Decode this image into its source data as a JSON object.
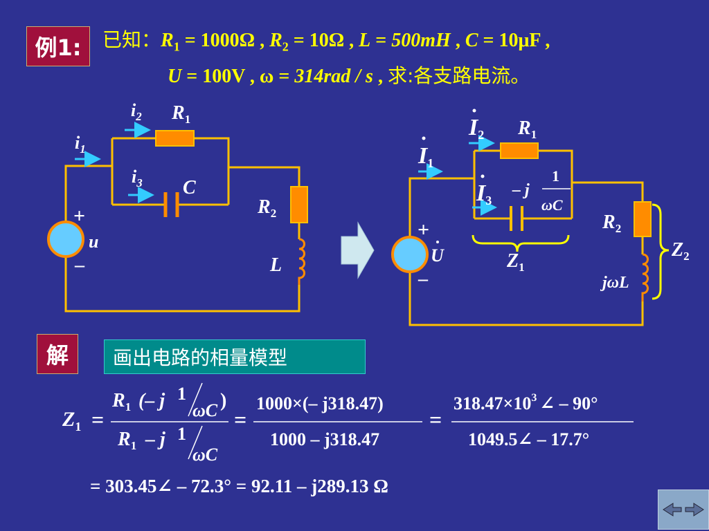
{
  "example": {
    "label": "例1:",
    "line1": {
      "prefix": "已知：",
      "r1": {
        "sym": "R",
        "sub": "1",
        "val": "1000Ω"
      },
      "r2": {
        "sym": "R",
        "sub": "2",
        "val": "10Ω"
      },
      "l": {
        "sym": "L",
        "val": "500mH"
      },
      "c": {
        "sym": "C",
        "val": "10μF"
      }
    },
    "line2": {
      "u": {
        "sym": "U",
        "val": "100V"
      },
      "w": {
        "sym": "ω",
        "val": "314rad / s"
      },
      "ask": "求:各支路电流。"
    }
  },
  "circuit_left": {
    "i1": "i",
    "i1_sub": "1",
    "i2": "i",
    "i2_sub": "2",
    "i3": "i",
    "i3_sub": "3",
    "r1": "R",
    "r1_sub": "1",
    "c": "C",
    "r2": "R",
    "r2_sub": "2",
    "l": "L",
    "plus": "+",
    "minus": "–",
    "u": "u"
  },
  "circuit_right": {
    "i1": "I",
    "i1_sub": "1",
    "i2": "I",
    "i2_sub": "2",
    "i3": "I",
    "i3_sub": "3",
    "r1": "R",
    "r1_sub": "1",
    "xc_prefix": "– j",
    "xc_num": "1",
    "xc_den": "ωC",
    "r2": "R",
    "r2_sub": "2",
    "jwl": "jωL",
    "z1": "Z",
    "z1_sub": "1",
    "z2": "Z",
    "z2_sub": "2",
    "plus": "+",
    "minus": "–",
    "u": "U"
  },
  "solution": {
    "label": "解",
    "banner": "画出电路的相量模型"
  },
  "equation": {
    "lhs": "Z",
    "lhs_sub": "1",
    "eq": "=",
    "f1_num_a": "R",
    "f1_num_a_sub": "1",
    "f1_num_b": "(– j",
    "f1_num_one": "1",
    "f1_num_wc": "ωC",
    "f1_num_close": ")",
    "f1_den_a": "R",
    "f1_den_a_sub": "1",
    "f1_den_b": "– j",
    "f1_den_one": "1",
    "f1_den_wc": "ωC",
    "f2_num": "1000×(– j318.47)",
    "f2_den": "1000 – j318.47",
    "f3_num_a": "318.47×10",
    "f3_num_exp": "3",
    "f3_num_b": "∠ – 90°",
    "f3_den": "1049.5∠ – 17.7°",
    "line2": "= 303.45∠ – 72.3°  = 92.11 – j289.13 Ω"
  },
  "colors": {
    "background": "#2e3192",
    "wire": "#ffc000",
    "resistor": "#ff8c00",
    "arrow": "#33ccff",
    "source_fill": "#66ccff",
    "label_red": "#a0103c",
    "banner_teal": "#008b8b",
    "highlight_text": "#ffff00"
  },
  "nav": {
    "prev_icon": "prev-arrow-icon",
    "next_icon": "next-arrow-icon"
  }
}
